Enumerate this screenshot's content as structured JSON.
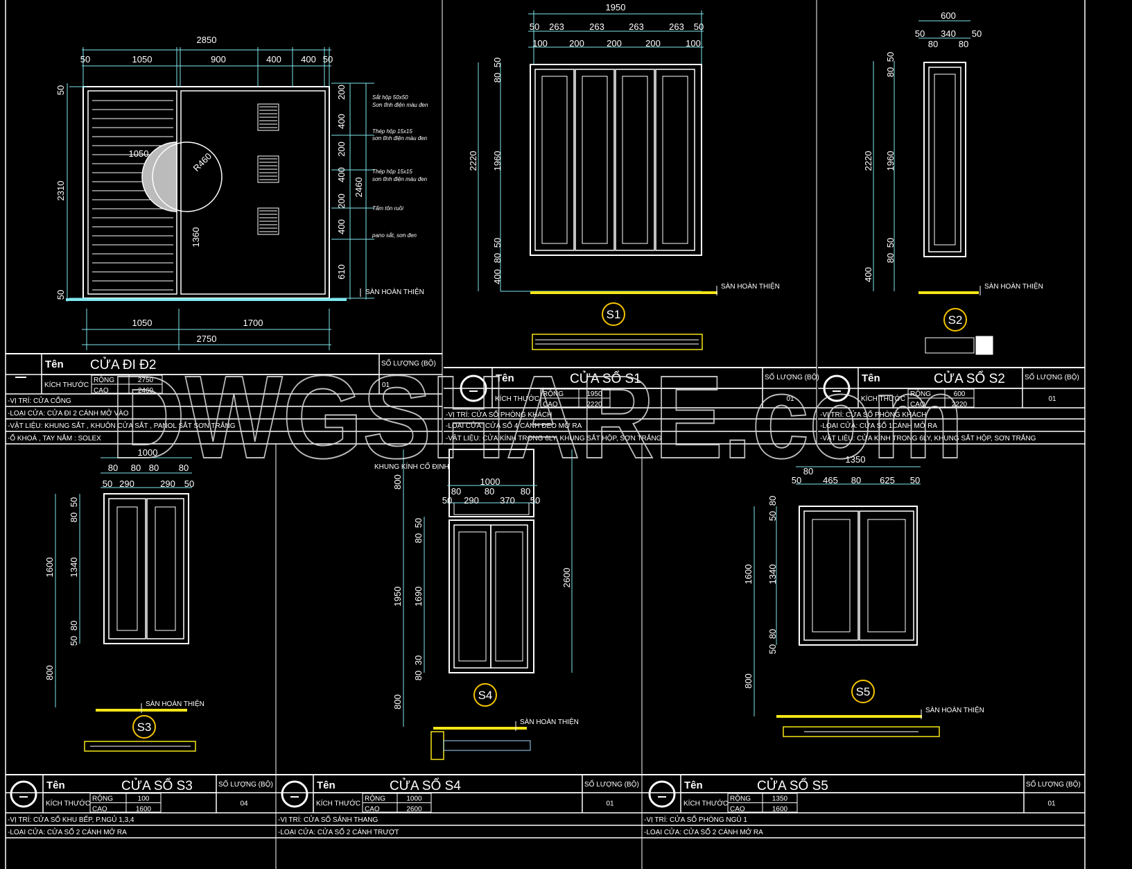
{
  "watermark": "DWGSHARE.com",
  "colors": {
    "background": "#000000",
    "lines": "#7fe8f0",
    "frame": "#ffffff",
    "floor": "#f5e616",
    "label_circle": "#f5c400"
  },
  "drawings": {
    "d2": {
      "top": [
        "2850",
        "50",
        "1050",
        "900",
        "400",
        "400",
        "50"
      ],
      "bottom": [
        "1050",
        "1700",
        "2750"
      ],
      "left": [
        "50",
        "2310",
        "50"
      ],
      "right": [
        "200",
        "400",
        "200",
        "400",
        "200",
        "400",
        "610",
        "2460"
      ],
      "inner": [
        "1050",
        "R460",
        "1360"
      ],
      "notes": [
        "Sắt hộp 50x50",
        "Sơn tĩnh điện màu đen",
        "Thép hộp 15x15",
        "sơn tĩnh điện màu đen",
        "Thép hộp 15x15",
        "sơn tĩnh điện màu đen",
        "Tấm tôn ruồi",
        "pano sắt, sơn đen"
      ],
      "floor": "SÀN HOÀN THIỆN"
    },
    "s1": {
      "top": [
        "1950",
        "50",
        "263",
        "263",
        "263",
        "263",
        "50",
        "100",
        "200",
        "200",
        "200",
        "100"
      ],
      "left": [
        "2220",
        "80",
        "50",
        "1960",
        "50",
        "80",
        "400"
      ],
      "floor": "SÀN HOÀN THIỆN",
      "label": "S1"
    },
    "s2": {
      "top": [
        "600",
        "50",
        "80",
        "340",
        "80",
        "50"
      ],
      "left": [
        "2220",
        "80",
        "50",
        "1960",
        "50",
        "80",
        "400"
      ],
      "floor": "SÀN HOÀN THIỆN",
      "label": "S2"
    },
    "s3": {
      "top": [
        "1000",
        "80",
        "80",
        "80",
        "80",
        "50",
        "290",
        "290",
        "50"
      ],
      "left": [
        "1600",
        "50",
        "80",
        "1340",
        "50",
        "80",
        "800"
      ],
      "floor": "SÀN HOÀN THIỆN",
      "label": "S3"
    },
    "s4": {
      "note": "KHUNG KÍNH CỐ ĐỊNH",
      "top": [
        "1000",
        "50",
        "80",
        "290",
        "80",
        "370",
        "80",
        "50"
      ],
      "left": [
        "800",
        "1950",
        "80",
        "50",
        "1690",
        "30",
        "80",
        "800"
      ],
      "right": [
        "2600"
      ],
      "floor": "SÀN HOÀN THIỆN",
      "label": "S4"
    },
    "s5": {
      "top": [
        "1350",
        "50",
        "80",
        "465",
        "80",
        "625",
        "50"
      ],
      "left": [
        "1600",
        "50",
        "80",
        "1340",
        "50",
        "80",
        "800"
      ],
      "floor": "SÀN HOÀN THIỆN",
      "label": "S5"
    }
  },
  "title_blocks": [
    {
      "name_label": "Tên",
      "title": "CỬA ĐI Đ2",
      "qty_label": "SỐ LƯỢNG (BỘ)",
      "size_label": "KÍCH THƯỚC",
      "width_label": "RỘNG",
      "width": "2750",
      "height_label": "CAO",
      "height": "2460",
      "qty": "01",
      "notes": [
        "-VỊ TRÍ: CỬA CỔNG",
        "-LOẠI CỬA: CỬA ĐI 2 CÁNH MỞ VÀO",
        "-VẬT LIỆU: KHUNG SẮT , KHUÔN CỬA SẮT , PANOL SẮT SƠN TRẮNG",
        "-Ổ KHOÁ , TAY NẮM : SOLEX"
      ]
    },
    {
      "name_label": "Tên",
      "title": "CỬA SỔ  S1",
      "qty_label": "SỐ LƯỢNG (BỘ)",
      "size_label": "KÍCH THƯỚC",
      "width_label": "RỘNG",
      "width": "1950",
      "height_label": "CAO",
      "height": "2220",
      "qty": "01",
      "notes": [
        "-VỊ TRÍ: CỬA SỔ PHÒNG KHÁCH",
        "-LOẠI CỬA: CỬA SỔ 4 CÁNH ĐEO MỞ RA",
        "-VẬT LIỆU: CỬA KÍNH TRONG 6LY, KHUNG SẮT HỘP, SƠN TRẮNG"
      ]
    },
    {
      "name_label": "Tên",
      "title": "CỬA SỔ  S2",
      "qty_label": "SỐ LƯỢNG (BỘ)",
      "size_label": "KÍCH THƯỚC",
      "width_label": "RỘNG",
      "width": "600",
      "height_label": "CAO",
      "height": "2220",
      "qty": "01",
      "notes": [
        "-VỊ TRÍ: CỬA SỔ PHÒNG KHÁCH",
        "-LOẠI CỬA: CỬA SỔ 1CÁNH MỞ RA",
        "-VẬT LIỆU: CỬA KÍNH TRONG 6LY, KHUNG SẮT HỘP, SƠN TRẮNG"
      ]
    },
    {
      "name_label": "Tên",
      "title": "CỬA SỔ S3",
      "qty_label": "SỐ LƯỢNG (BỘ)",
      "size_label": "KÍCH THƯỚC",
      "width_label": "RỘNG",
      "width": "100",
      "height_label": "CAO",
      "height": "1600",
      "qty": "04",
      "notes": [
        "-VỊ TRÍ: CỬA SỔ KHU BẾP, P.NGỦ 1,3,4",
        "-LOẠI CỬA: CỬA SỔ 2 CÁNH MỞ RA"
      ]
    },
    {
      "name_label": "Tên",
      "title": "CỬA SỔ S4",
      "qty_label": "SỐ LƯỢNG (BỘ)",
      "size_label": "KÍCH THƯỚC",
      "width_label": "RỘNG",
      "width": "1000",
      "height_label": "CAO",
      "height": "2600",
      "qty": "01",
      "notes": [
        "-VỊ TRÍ: CỬA SỔ  SẢNH THANG",
        "-LOẠI CỬA: CỬA SỔ 2 CÁNH TRƯỢT"
      ]
    },
    {
      "name_label": "Tên",
      "title": "CỬA SỔ S5",
      "qty_label": "SỐ LƯỢNG (BỘ)",
      "size_label": "KÍCH THƯỚC",
      "width_label": "RỘNG",
      "width": "1350",
      "height_label": "CAO",
      "height": "1600",
      "qty": "01",
      "notes": [
        "-VỊ TRÍ: CỬA SỔ PHÒNG NGỦ 1",
        "-LOẠI CỬA: CỬA SỔ 2 CÁNH MỞ RA"
      ]
    }
  ]
}
